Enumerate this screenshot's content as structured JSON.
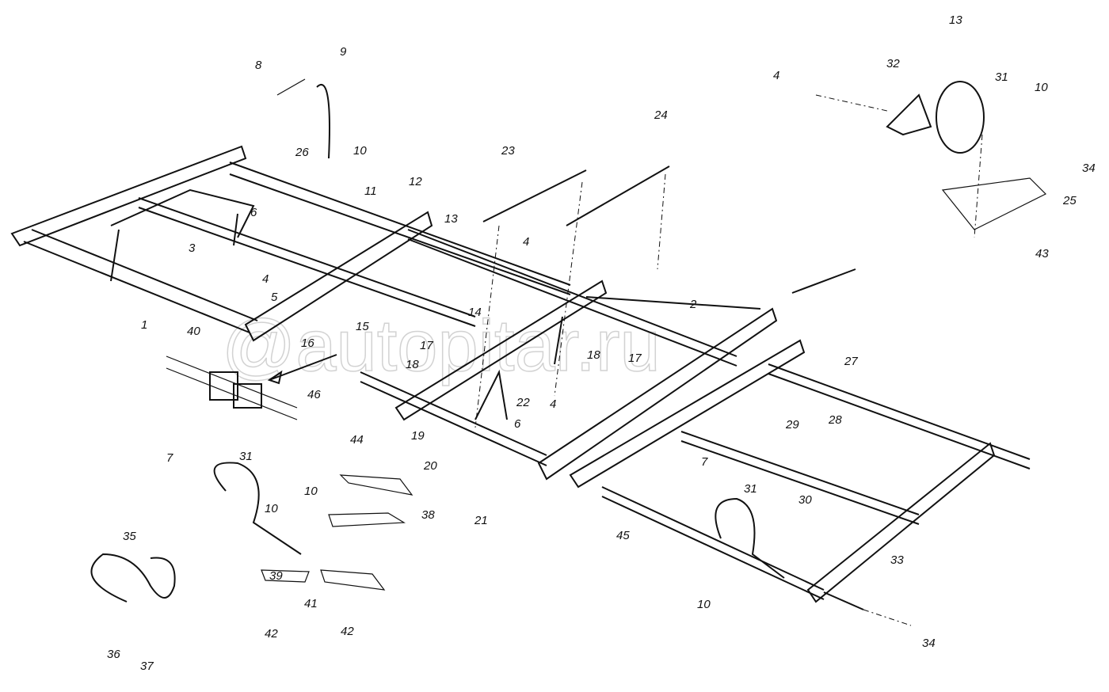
{
  "watermark": "@autopitar.ru",
  "callouts": {
    "c8": "8",
    "c9": "9",
    "c26": "26",
    "c10a": "10",
    "c11": "11",
    "c12": "12",
    "c6a": "6",
    "c3": "3",
    "c13a": "13",
    "c4a": "4",
    "c5": "5",
    "c1": "1",
    "c40": "40",
    "c15": "15",
    "c14": "14",
    "c16": "16",
    "c17a": "17",
    "c18a": "18",
    "c46": "46",
    "c23": "23",
    "c24": "24",
    "c4b": "4",
    "c2": "2",
    "c18b": "18",
    "c17b": "17",
    "c22": "22",
    "c4c": "4",
    "c6b": "6",
    "c19": "19",
    "c20": "20",
    "c21": "21",
    "c44": "44",
    "c38": "38",
    "c7a": "7",
    "c31a": "31",
    "c10b": "10",
    "c10c": "10",
    "c35": "35",
    "c39": "39",
    "c41": "41",
    "c42a": "42",
    "c42b": "42",
    "c36": "36",
    "c37": "37",
    "c27": "27",
    "c29": "29",
    "c28": "28",
    "c7b": "7",
    "c31b": "31",
    "c45": "45",
    "c30": "30",
    "c33": "33",
    "c10d": "10",
    "c34a": "34",
    "c13b": "13",
    "c32": "32",
    "c31c": "31",
    "c4d": "4",
    "c10e": "10",
    "c34b": "34",
    "c25": "25",
    "c43": "43"
  }
}
